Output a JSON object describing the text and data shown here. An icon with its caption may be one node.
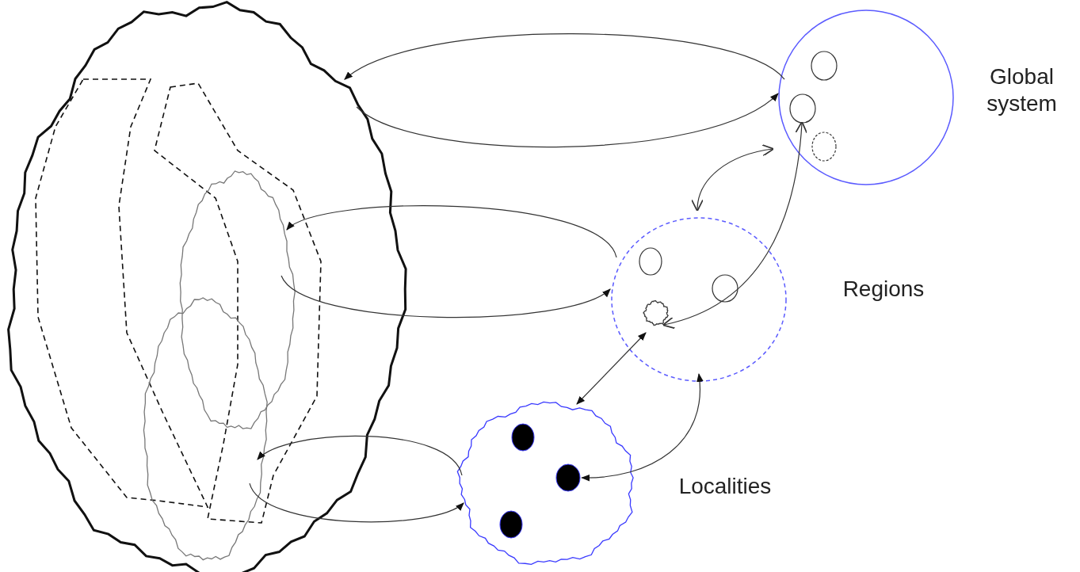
{
  "diagram": {
    "nodes": [
      {
        "text": [],
        "shape": "cloud"
      },
      {
        "text": [],
        "shape": "cloud",
        "in": 0
      },
      {
        "text": [],
        "shape": "cloud",
        "in": 0
      },
      {
        "text": [
          "Global system"
        ]
      },
      {
        "text": [],
        "shape": "circle",
        "in": 3
      },
      {
        "text": [],
        "shape": "circle",
        "in": 3
      },
      {
        "text": [],
        "shape": "circle",
        "in": 3
      },
      {
        "text": [
          "Regions"
        ]
      },
      {
        "text": [],
        "shape": "circle",
        "in": 7
      },
      {
        "text": [],
        "shape": "circle",
        "in": 7
      },
      {
        "text": [],
        "shape": "cloud",
        "in": 7
      },
      {
        "text": [
          "Localities"
        ]
      },
      {
        "text": [],
        "shape": "circle",
        "in": 11
      },
      {
        "text": [],
        "shape": "circle",
        "in": 11
      },
      {
        "text": [],
        "shape": "circle",
        "in": 11
      }
    ],
    "edges": [
      {
        "from": 3,
        "to": 0,
        "arrow": "to"
      },
      {
        "from": 0,
        "to": 3,
        "arrow": "to"
      },
      {
        "from": 7,
        "to": 1,
        "arrow": "to"
      },
      {
        "from": 1,
        "to": 7,
        "arrow": "to"
      },
      {
        "from": 11,
        "to": 2,
        "arrow": "to"
      },
      {
        "from": 2,
        "to": 11,
        "arrow": "to"
      },
      {
        "from": 3,
        "to": 7,
        "arrow": "both"
      },
      {
        "from": 10,
        "to": 5,
        "arrow": "both"
      },
      {
        "from": 11,
        "to": 10,
        "arrow": "both"
      },
      {
        "from": 7,
        "to": 13,
        "arrow": "both"
      }
    ]
  }
}
